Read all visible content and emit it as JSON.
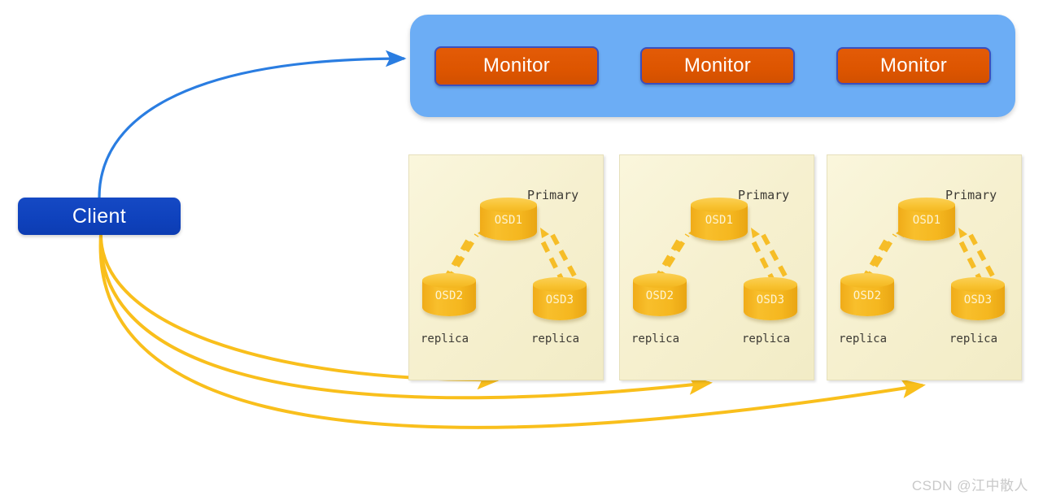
{
  "diagram": {
    "title": "Ceph client write path to monitors and OSD replica groups",
    "colors": {
      "client_blue": "#0f42bd",
      "monitor_container_blue": "#6cadf5",
      "monitor_orange": "#dd5500",
      "monitor_border": "#3b4fbe",
      "osd_panel_cream": "#f6f0cf",
      "cylinder_gold": "#f5b71f",
      "arrow_yellow": "#f9bf1c",
      "arrow_blue": "#2a7de1",
      "watermark_gray": "#c9c9c9"
    }
  },
  "client": {
    "label": "Client"
  },
  "monitor_cluster": {
    "monitors": [
      {
        "label": "Monitor"
      },
      {
        "label": "Monitor"
      },
      {
        "label": "Monitor"
      }
    ]
  },
  "osd_groups": [
    {
      "primary_label": "Primary",
      "nodes": [
        {
          "id": "osd1",
          "label": "OSD1",
          "role": "primary"
        },
        {
          "id": "osd2",
          "label": "OSD2",
          "role": "replica"
        },
        {
          "id": "osd3",
          "label": "OSD3",
          "role": "replica"
        }
      ],
      "replica_label_left": "replica",
      "replica_label_right": "replica"
    },
    {
      "primary_label": "Primary",
      "nodes": [
        {
          "id": "osd1",
          "label": "OSD1",
          "role": "primary"
        },
        {
          "id": "osd2",
          "label": "OSD2",
          "role": "replica"
        },
        {
          "id": "osd3",
          "label": "OSD3",
          "role": "replica"
        }
      ],
      "replica_label_left": "replica",
      "replica_label_right": "replica"
    },
    {
      "primary_label": "Primary",
      "nodes": [
        {
          "id": "osd1",
          "label": "OSD1",
          "role": "primary"
        },
        {
          "id": "osd2",
          "label": "OSD2",
          "role": "replica"
        },
        {
          "id": "osd3",
          "label": "OSD3",
          "role": "replica"
        }
      ],
      "replica_label_left": "replica",
      "replica_label_right": "replica"
    }
  ],
  "connectors": {
    "client_to_monitor": {
      "style": "solid-curve",
      "color": "#2a7de1"
    },
    "client_to_osd_groups": {
      "count": 3,
      "style": "solid-curve",
      "color": "#f9bf1c"
    },
    "intra_group_replication": {
      "style": "dashed-arrow",
      "color": "#f9bf1c"
    }
  },
  "watermark": {
    "text": "CSDN @江中散人"
  }
}
